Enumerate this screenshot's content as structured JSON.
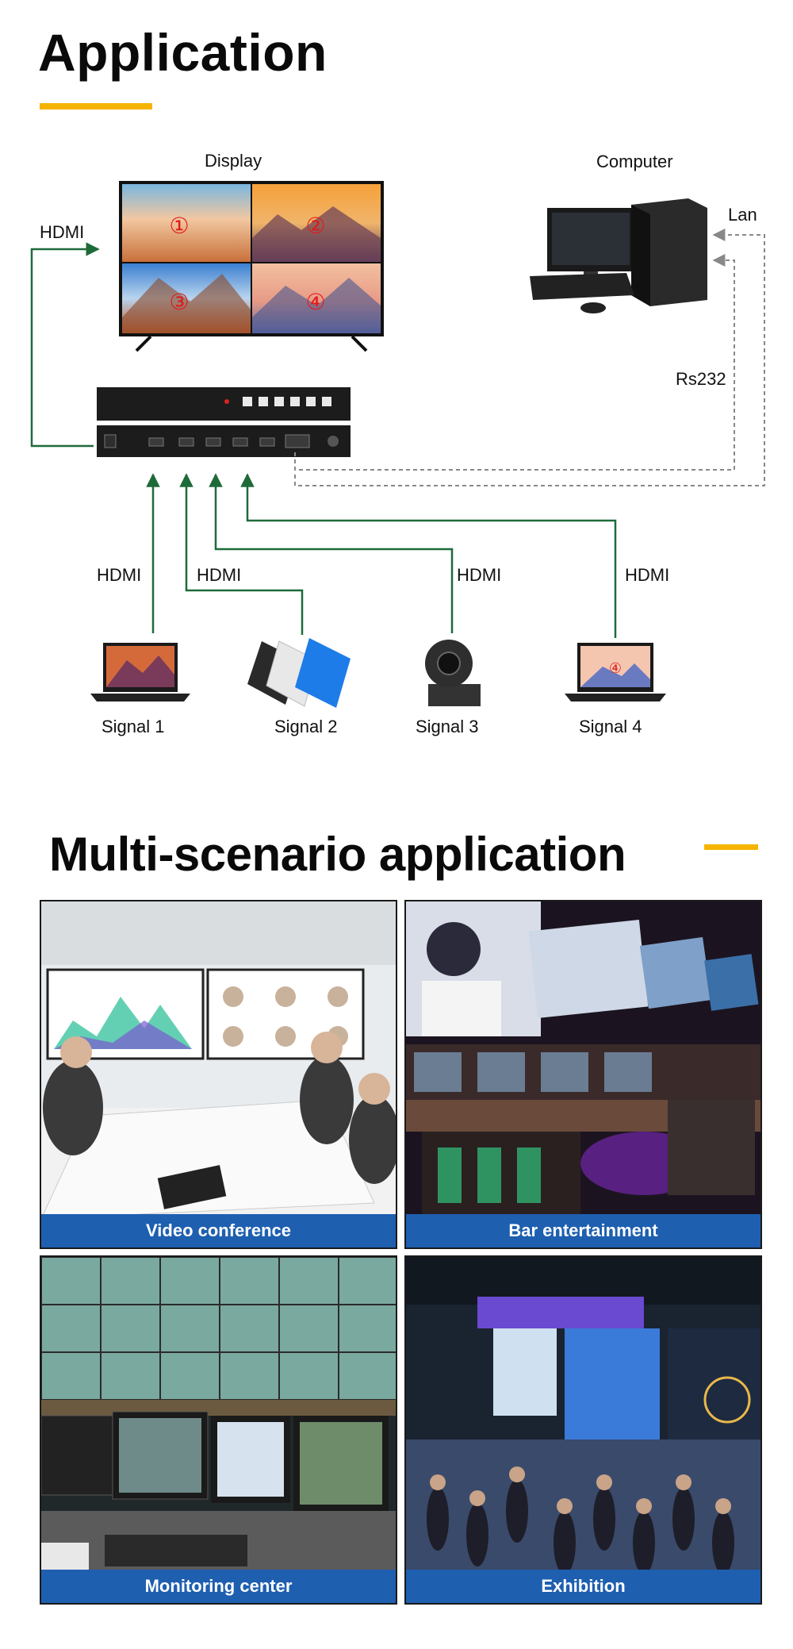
{
  "application": {
    "title": "Application",
    "display_label": "Display",
    "computer_label": "Computer",
    "hdmi_out_label": "HDMI",
    "lan_label": "Lan",
    "rs232_label": "Rs232",
    "input_labels": [
      "HDMI",
      "HDMI",
      "HDMI",
      "HDMI"
    ],
    "screen_numbers": [
      "①",
      "②",
      "③",
      "④"
    ],
    "signals": [
      "Signal 1",
      "Signal 2",
      "Signal 3",
      "Signal 4"
    ],
    "laptop_screen_number": "④",
    "colors": {
      "accent": "#f5b400",
      "link_line": "#1e6b3a",
      "dashed_line": "#888888",
      "number_red": "#e01b1b"
    }
  },
  "scenarios": {
    "title": "Multi-scenario application",
    "items": [
      "Video conference",
      "Bar entertainment",
      "Monitoring center",
      "Exhibition"
    ],
    "caption_color": "#1e5fb0"
  }
}
